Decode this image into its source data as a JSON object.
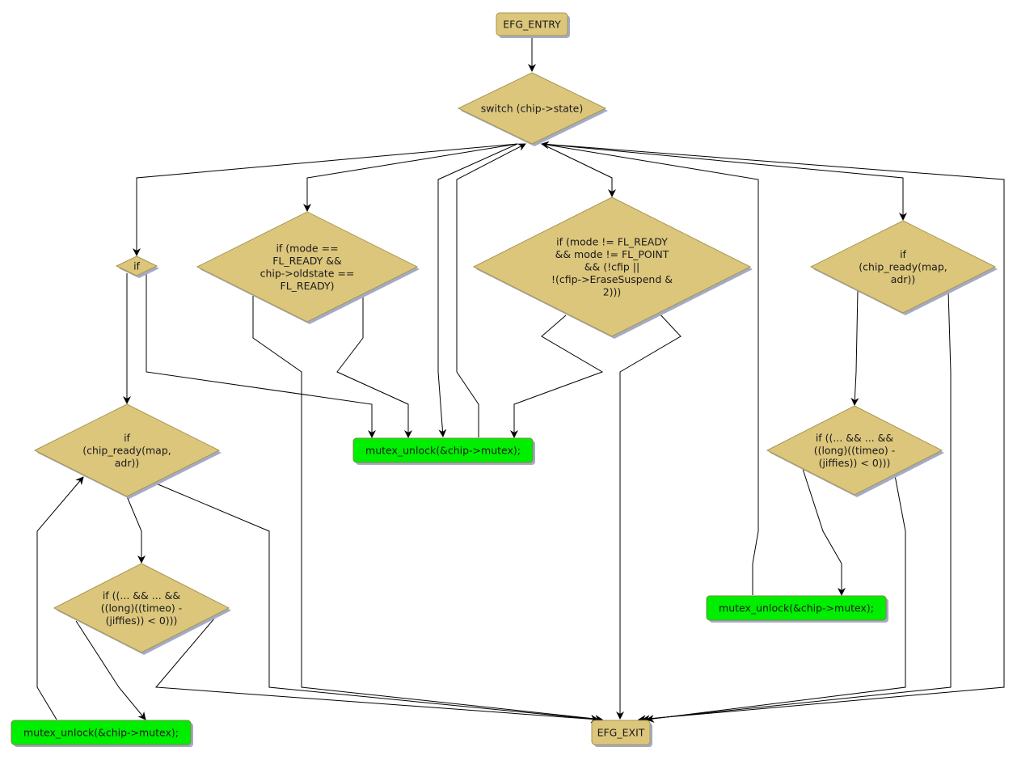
{
  "diagram": {
    "type": "control-flow-graph",
    "colors": {
      "node_fill": "#dcc67c",
      "node_stroke": "#a89550",
      "action_fill": "#00ee00",
      "action_stroke": "#7a8a40",
      "shadow": "#a3abc4",
      "edge": "#000000"
    },
    "nodes": [
      {
        "id": "entry",
        "kind": "terminal",
        "lines": [
          "EFG_ENTRY"
        ]
      },
      {
        "id": "switch",
        "kind": "decision",
        "lines": [
          "switch (chip->state)"
        ]
      },
      {
        "id": "if_small",
        "kind": "decision",
        "lines": [
          "if"
        ]
      },
      {
        "id": "if_mode_ready",
        "kind": "decision",
        "lines": [
          "if (mode ==",
          "FL_READY &&",
          "chip->oldstate ==",
          "FL_READY)"
        ]
      },
      {
        "id": "if_mode_not_ready",
        "kind": "decision",
        "lines": [
          "if (mode != FL_READY",
          "&& mode != FL_POINT",
          "&& (!cfip ||",
          "!(cfip->EraseSuspend &",
          "2)))"
        ]
      },
      {
        "id": "if_chip_ready_right",
        "kind": "decision",
        "lines": [
          "if",
          "(chip_ready(map,",
          "adr))"
        ]
      },
      {
        "id": "if_chip_ready_left",
        "kind": "decision",
        "lines": [
          "if",
          "(chip_ready(map,",
          "adr))"
        ]
      },
      {
        "id": "unlock_center",
        "kind": "action",
        "lines": [
          "mutex_unlock(&chip->mutex);"
        ]
      },
      {
        "id": "if_timeo_right",
        "kind": "decision",
        "lines": [
          "if ((... && ... &&",
          "((long)((timeo) -",
          "(jiffies)) < 0)))"
        ]
      },
      {
        "id": "if_timeo_left",
        "kind": "decision",
        "lines": [
          "if ((... && ... &&",
          "((long)((timeo) -",
          "(jiffies)) < 0)))"
        ]
      },
      {
        "id": "unlock_right",
        "kind": "action",
        "lines": [
          "mutex_unlock(&chip->mutex);"
        ]
      },
      {
        "id": "unlock_left",
        "kind": "action",
        "lines": [
          "mutex_unlock(&chip->mutex);"
        ]
      },
      {
        "id": "exit",
        "kind": "terminal",
        "lines": [
          "EFG_EXIT"
        ]
      }
    ],
    "edges": [
      {
        "from": "entry",
        "to": "switch"
      },
      {
        "from": "switch",
        "to": "if_small"
      },
      {
        "from": "switch",
        "to": "if_mode_ready"
      },
      {
        "from": "switch",
        "to": "if_mode_not_ready"
      },
      {
        "from": "switch",
        "to": "if_chip_ready_right"
      },
      {
        "from": "switch",
        "to": "unlock_center"
      },
      {
        "from": "switch",
        "to": "exit"
      },
      {
        "from": "if_small",
        "to": "if_chip_ready_left"
      },
      {
        "from": "if_small",
        "to": "unlock_center"
      },
      {
        "from": "if_mode_ready",
        "to": "exit"
      },
      {
        "from": "if_mode_ready",
        "to": "unlock_center"
      },
      {
        "from": "if_mode_not_ready",
        "to": "unlock_center"
      },
      {
        "from": "if_mode_not_ready",
        "to": "exit"
      },
      {
        "from": "unlock_center",
        "to": "switch"
      },
      {
        "from": "if_chip_ready_right",
        "to": "if_timeo_right"
      },
      {
        "from": "if_chip_ready_right",
        "to": "exit"
      },
      {
        "from": "if_timeo_right",
        "to": "unlock_right"
      },
      {
        "from": "if_timeo_right",
        "to": "exit"
      },
      {
        "from": "unlock_right",
        "to": "switch"
      },
      {
        "from": "if_chip_ready_left",
        "to": "if_timeo_left"
      },
      {
        "from": "if_chip_ready_left",
        "to": "exit"
      },
      {
        "from": "if_timeo_left",
        "to": "unlock_left"
      },
      {
        "from": "if_timeo_left",
        "to": "exit"
      },
      {
        "from": "unlock_left",
        "to": "if_chip_ready_left"
      }
    ]
  }
}
